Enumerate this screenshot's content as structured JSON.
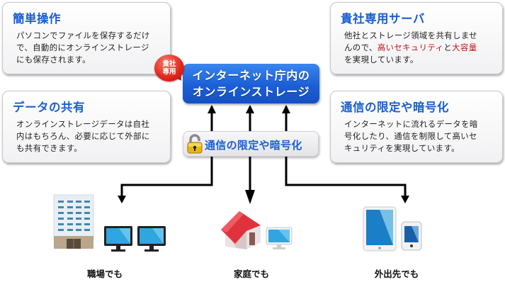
{
  "cards": {
    "easy": {
      "title": "簡単操作",
      "lines": [
        "パソコンでファイルを保存するだけ",
        "で、自動的にオンラインストレージ",
        "にも保存されます。"
      ]
    },
    "dedicated": {
      "title": "貴社専用サーバ",
      "line1": "他社とストレージ領域を共有しませ",
      "line2_a": "んので、",
      "line2_highlight1": "高いセキュリティ",
      "line2_b": "と",
      "line2_highlight2": "大容量",
      "line3": "を実現しています。",
      "highlight_color": "#c0141e"
    },
    "sharing": {
      "title": "データの共有",
      "lines": [
        "オンラインストレージデータは自社",
        "内はもちろん、必要に応じて外部に",
        "も共有できます。"
      ]
    },
    "encryption": {
      "title": "通信の限定や暗号化",
      "lines": [
        "インターネットに流れるデータを暗",
        "号化したり、通信を制限して高いセ",
        "キュリティを実現しています。"
      ]
    }
  },
  "center": {
    "storage_line1": "インターネット庁内の",
    "storage_line2": "オンラインストレージ",
    "badge_line1": "貴社",
    "badge_line2": "専用",
    "secure_label": "通信の限定や暗号化",
    "secure_icon": "padlock-icon",
    "accent_color": "#1a5fd0"
  },
  "locations": [
    {
      "label": "職場でも",
      "icons": [
        "office-building-icon",
        "desktop-monitor-icon",
        "desktop-monitor-icon"
      ]
    },
    {
      "label": "家庭でも",
      "icons": [
        "house-icon",
        "desktop-monitor-icon"
      ]
    },
    {
      "label": "外出先でも",
      "icons": [
        "tablet-icon",
        "smartphone-icon"
      ]
    }
  ]
}
